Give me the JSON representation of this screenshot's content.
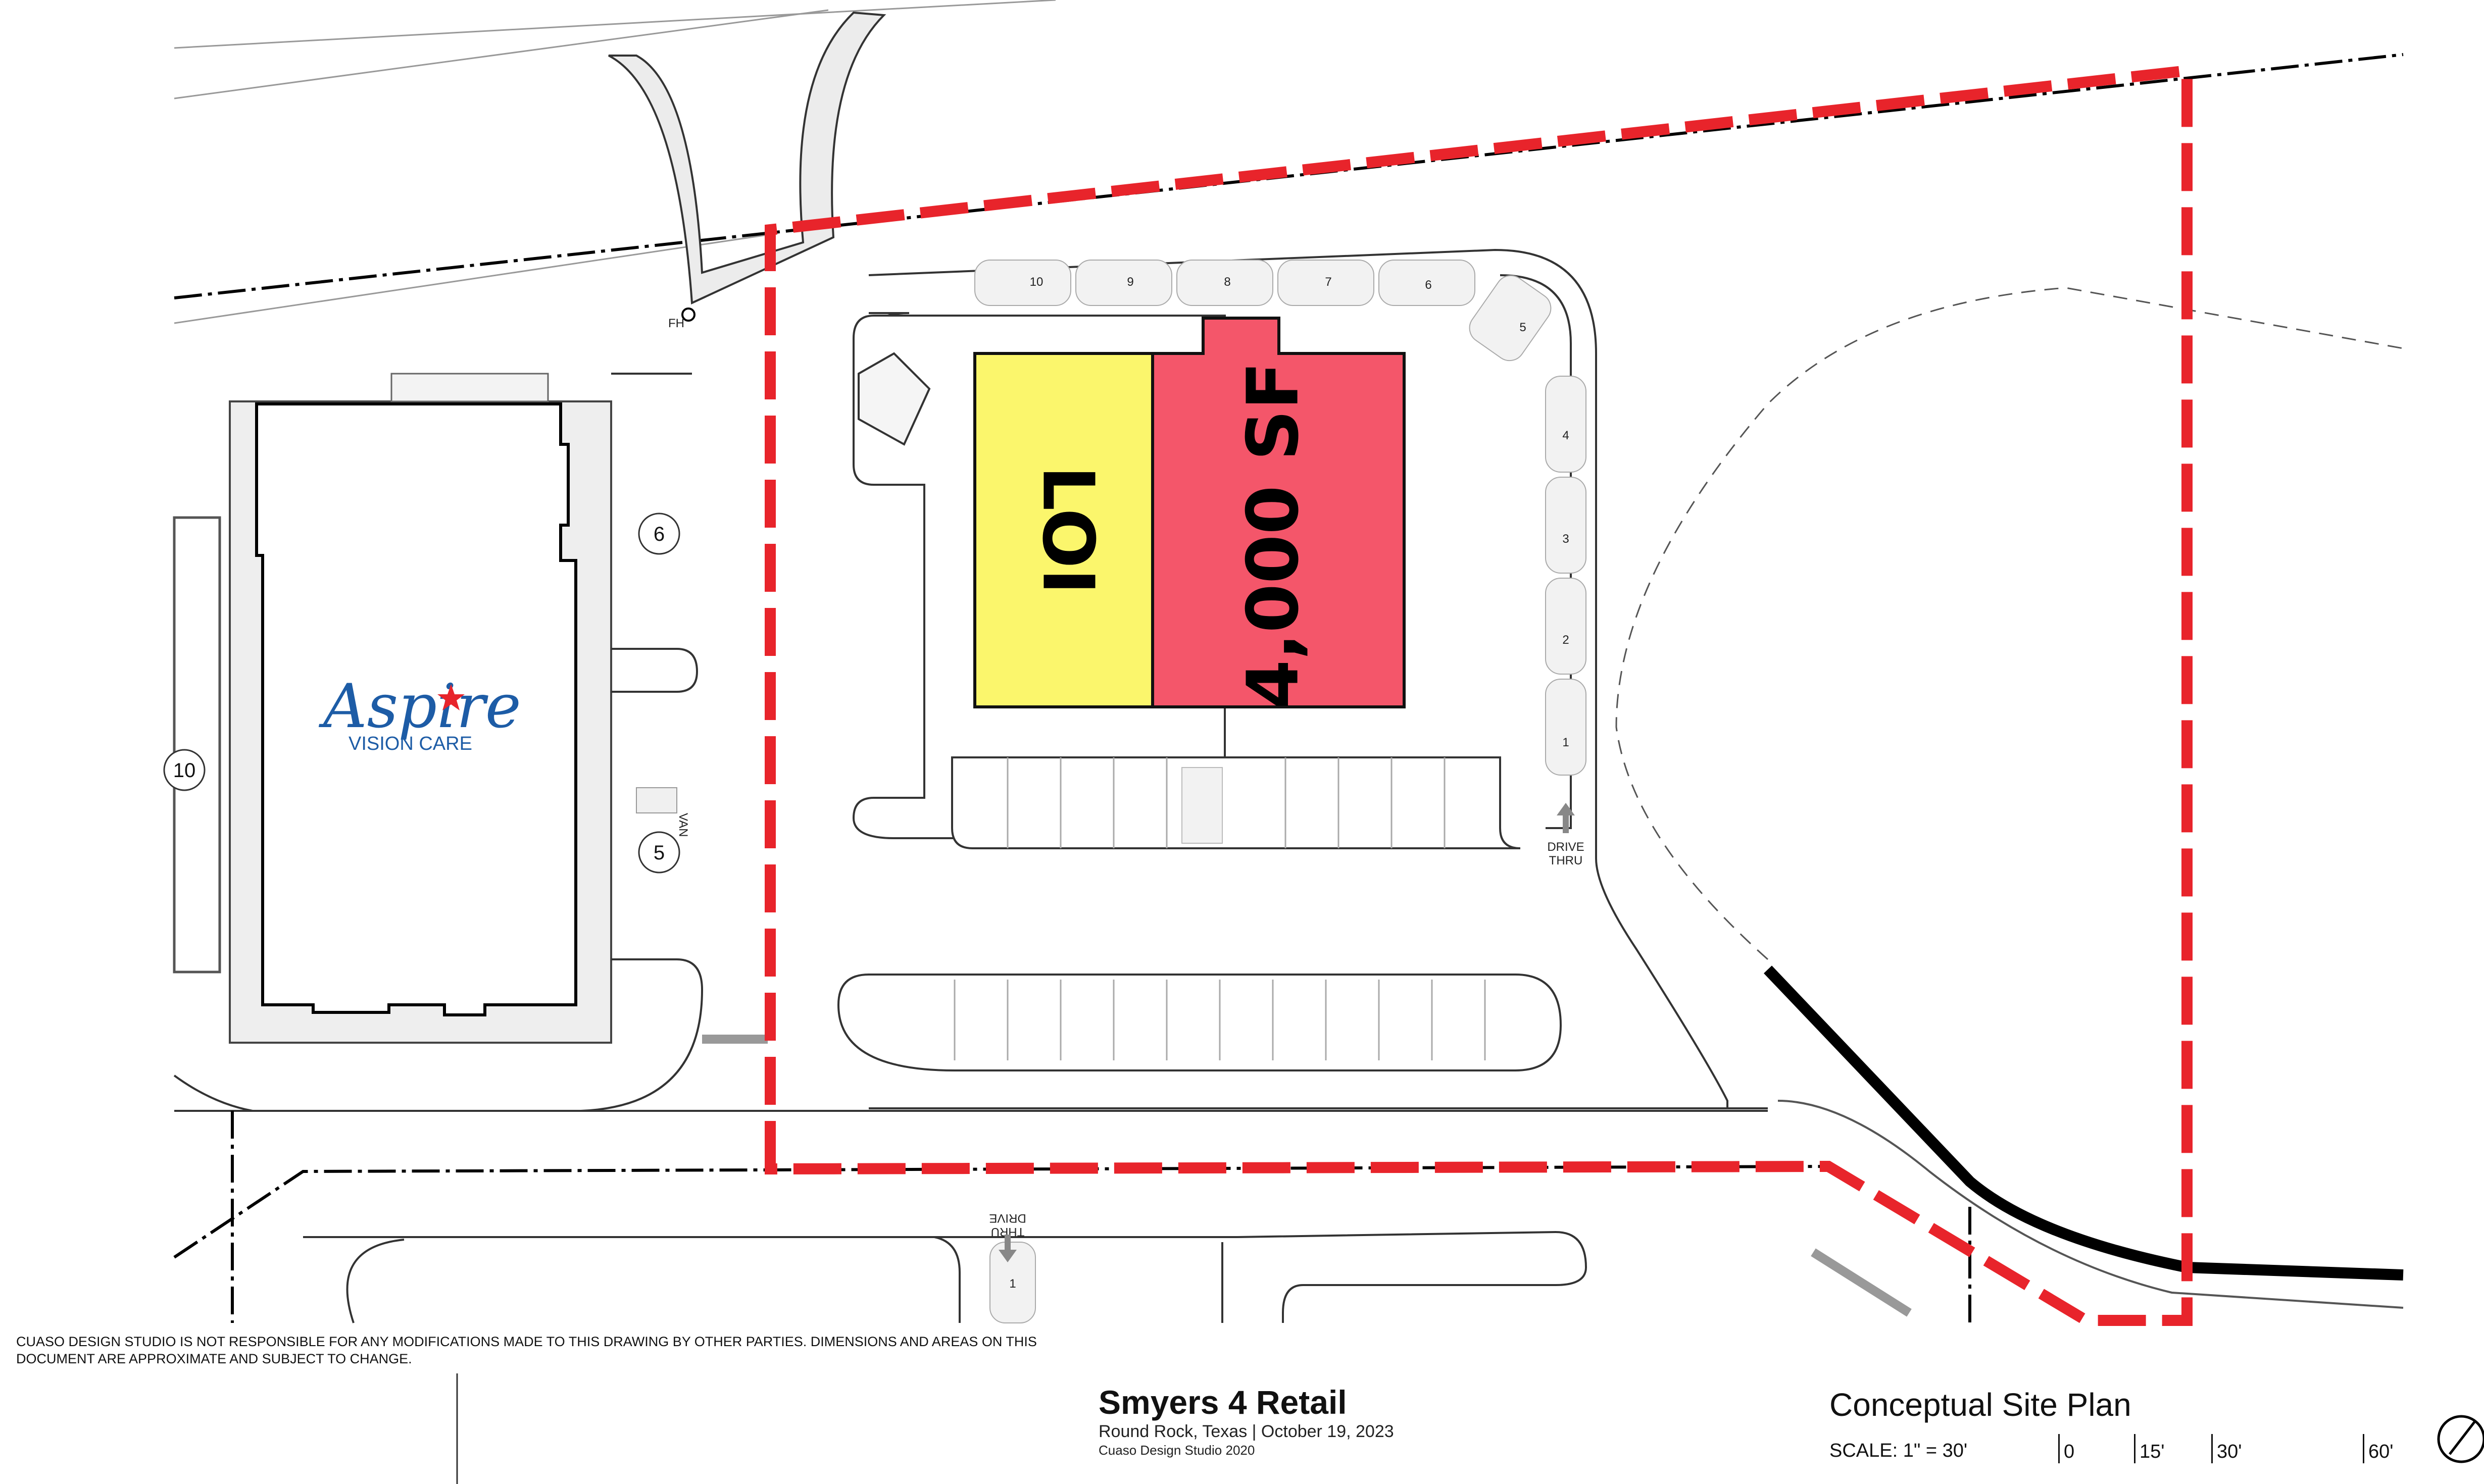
{
  "plan": {
    "tenant_loi": "LOI",
    "tenant_area": "4,000 SF",
    "neighbor_logo": {
      "word": "Aspire",
      "tag": "VISION CARE"
    },
    "top_stalls": [
      "10",
      "9",
      "8",
      "7",
      "6",
      "5"
    ],
    "right_stalls": [
      "4",
      "3",
      "2",
      "1"
    ],
    "drive_thru": [
      "DRIVE",
      "THRU"
    ],
    "drive_thru_south": [
      "DRIVE",
      "THRU"
    ],
    "south_stall": "1",
    "circles": [
      "6",
      "5",
      "10"
    ],
    "fire_hydrant": "FH",
    "van_label": "VAN",
    "colors": {
      "boundary": "#e8242b",
      "loi": "#fbf66c",
      "area": "#f4566a"
    }
  },
  "disclaimer": "CUASO DESIGN STUDIO IS NOT RESPONSIBLE FOR ANY MODIFICATIONS MADE TO THIS DRAWING BY OTHER PARTIES. DIMENSIONS AND AREAS ON THIS DOCUMENT ARE APPROXIMATE AND SUBJECT TO CHANGE.",
  "title_block": {
    "project": "Smyers 4 Retail",
    "location_date": "Round Rock, Texas | October 19, 2023",
    "credit": "Cuaso Design Studio 2020",
    "sheet": "Conceptual Site Plan",
    "scale_label": "SCALE: 1\" = 30'",
    "scale_ticks": [
      "0",
      "15'",
      "30'",
      "60'"
    ]
  }
}
